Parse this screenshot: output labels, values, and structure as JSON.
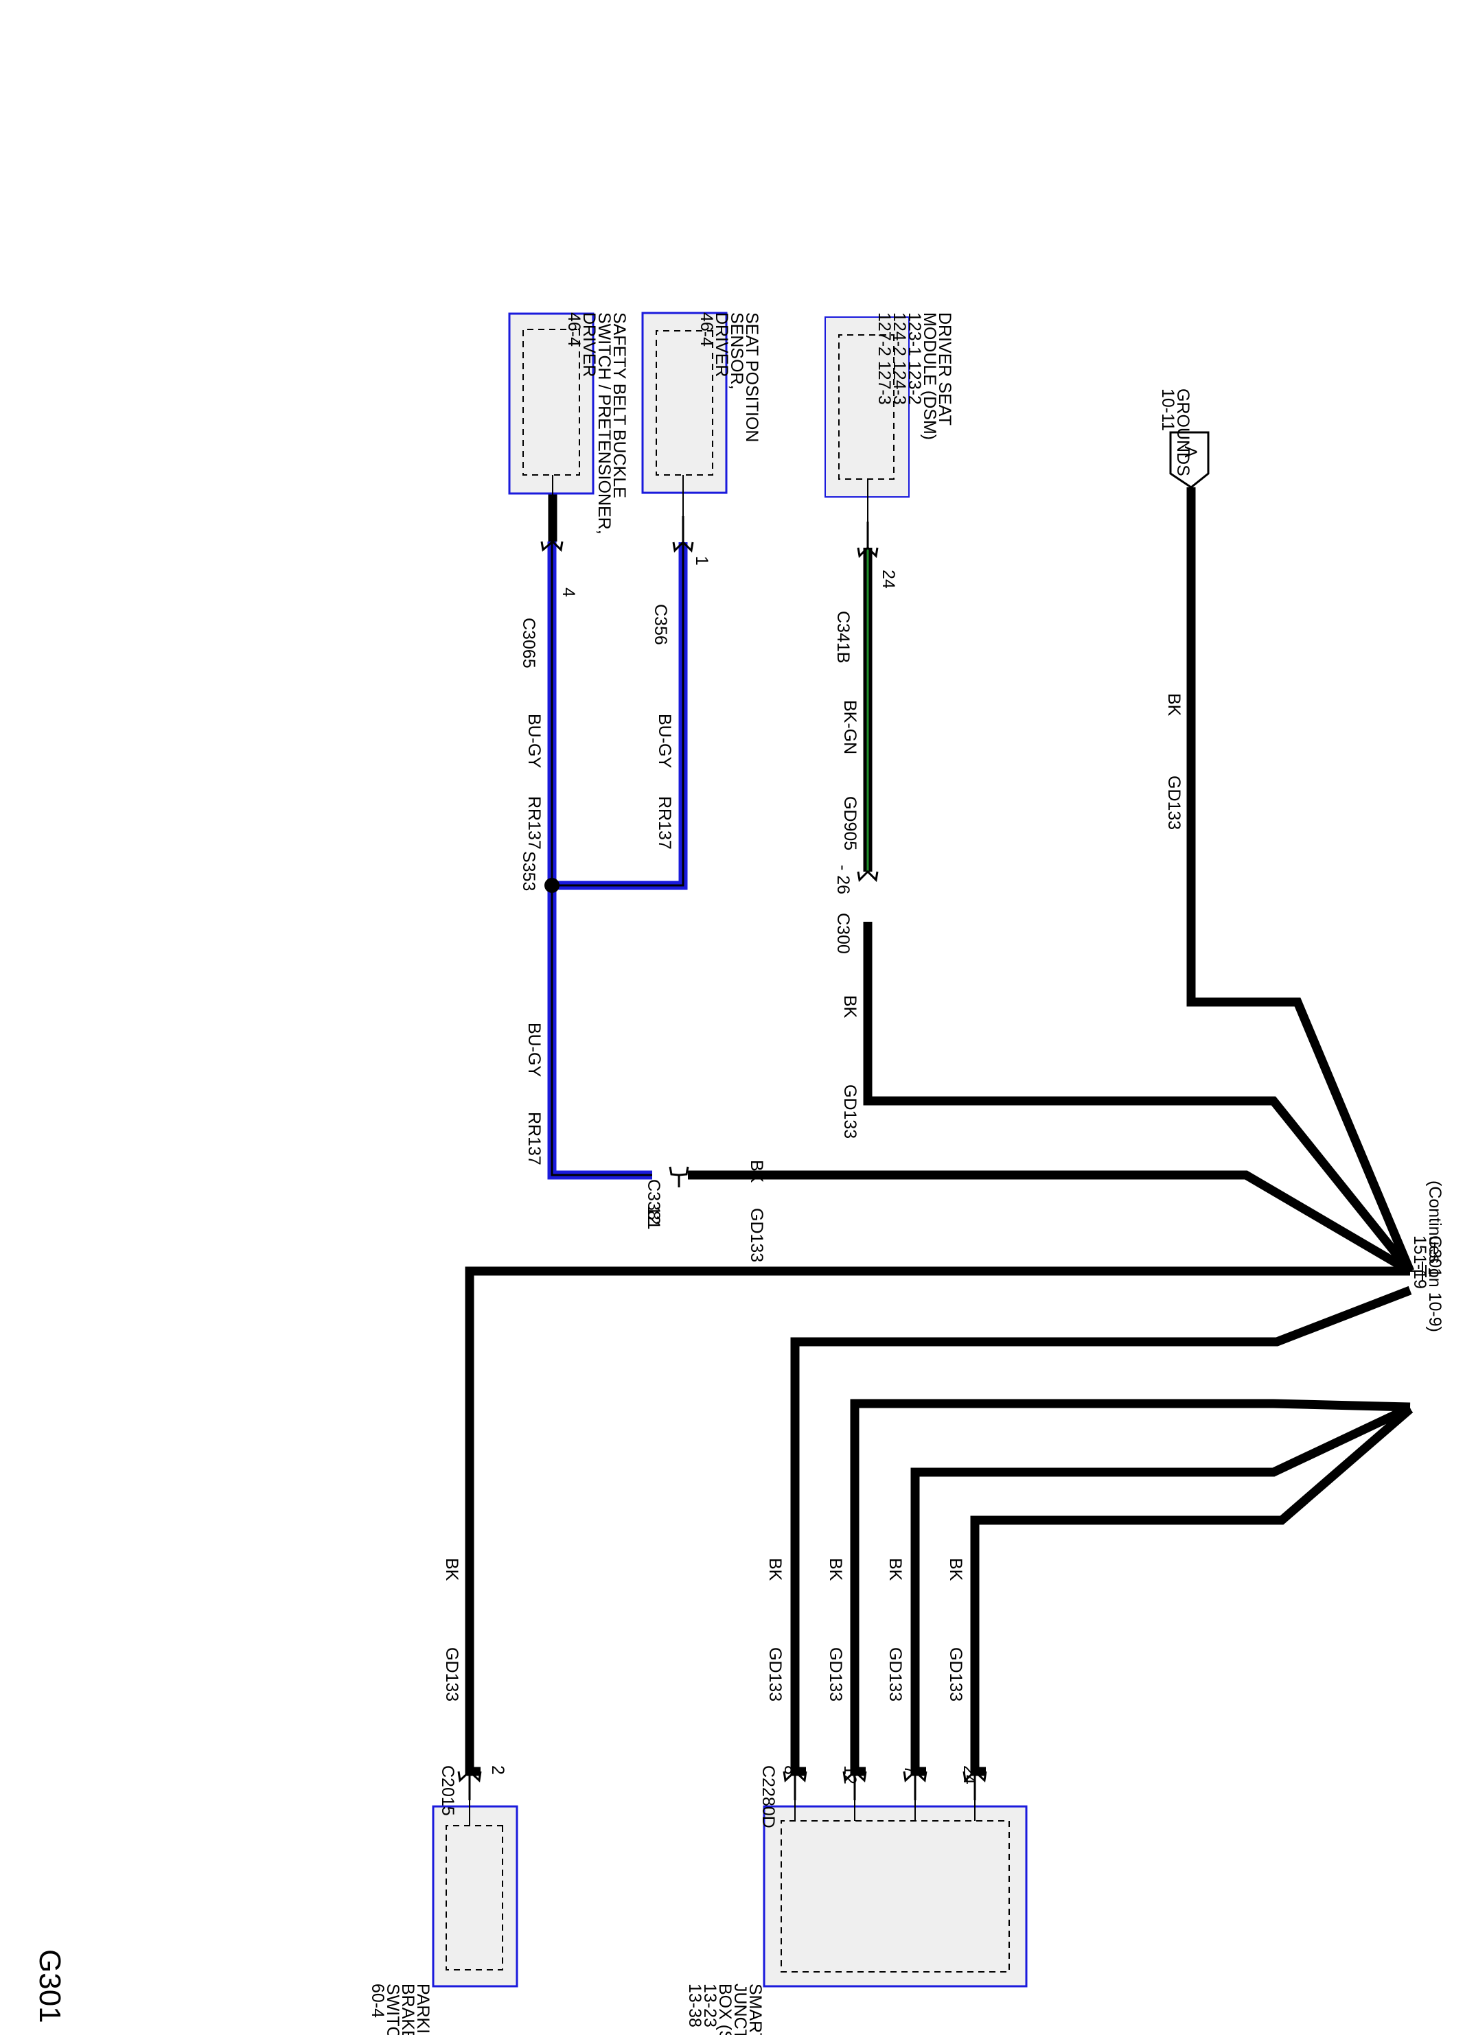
{
  "page_title": "G301",
  "colors": {
    "black_wire": "#000000",
    "blue_wire": "#1a1adc",
    "green_stripe": "#1f8f2a",
    "component_fill": "#efefef",
    "component_border": "#1a1adc"
  },
  "components": {
    "sjb": {
      "lines": [
        "SMART",
        "JUNCTION",
        "BOX (SJB)",
        "13-23",
        "13-38"
      ]
    },
    "parking_brake": {
      "lines": [
        "PARKING",
        "BRAKE",
        "SWITCH",
        "60-4"
      ]
    },
    "dsm": {
      "lines": [
        "DRIVER SEAT",
        "MODULE (DSM)",
        "123-1    123-2",
        "124-2    124-3",
        "127-2    127-3"
      ]
    },
    "seat_pos": {
      "lines": [
        "SEAT POSITION",
        "SENSOR,",
        "DRIVER",
        "46-4"
      ]
    },
    "belt_buckle": {
      "lines": [
        "SAFETY BELT BUCKLE",
        "SWITCH / PRETENSIONER,",
        "DRIVER",
        "46-4"
      ]
    },
    "grounds_ref": {
      "tag": "A",
      "lines": [
        "GROUNDS",
        "10-11"
      ]
    }
  },
  "ground": {
    "id": "G301",
    "note": "(Continues on 10-9)",
    "ref": "151-19"
  },
  "connectors": {
    "c2280d": "C2280D",
    "c2015": "C2015",
    "c3381": "C3381",
    "c300": "C300",
    "c341b": "C341B",
    "c356": "C356",
    "c3065": "C3065",
    "s353": "S353"
  },
  "pins": {
    "sjb_24": "24",
    "sjb_7": "7",
    "sjb_12": "12",
    "sjb_8": "8",
    "pbs_2": "2",
    "c3381_12": "12",
    "c300_26": "- 26",
    "c341b_24": "24",
    "c356_1": "1",
    "c3065_4": "4"
  },
  "wires": {
    "gd133": "GD133",
    "gd905": "GD905",
    "rr137": "RR137",
    "bk": "BK",
    "bk_gn": "BK-GN",
    "bu_gy": "BU-GY"
  }
}
